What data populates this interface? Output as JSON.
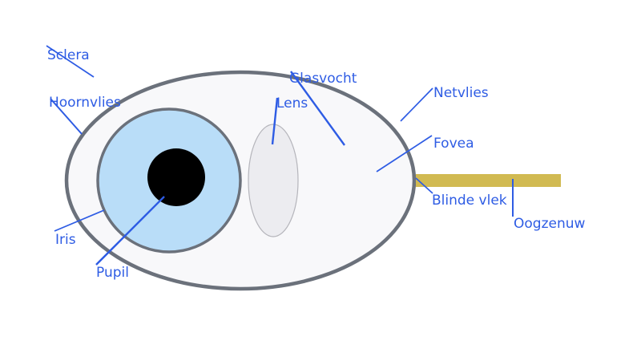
{
  "diagram": {
    "subject": "eye-anatomy-diagram",
    "labels": {
      "sclera": {
        "text": "Sclera"
      },
      "hoornvlies": {
        "text": "Hoornvlies"
      },
      "glasvocht": {
        "text": "Glasvocht"
      },
      "lens": {
        "text": "Lens"
      },
      "netvlies": {
        "text": "Netvlies"
      },
      "fovea": {
        "text": "Fovea"
      },
      "blinde_vlek": {
        "text": "Blinde vlek"
      },
      "oogzenuw": {
        "text": "Oogzenuw"
      },
      "iris": {
        "text": "Iris"
      },
      "pupil": {
        "text": "Pupil"
      }
    }
  },
  "colors": {
    "background": "#ffffff",
    "label_text": "#2e5ce4",
    "leader_line": "#2e5ce4",
    "eye_outline": "#6b717b",
    "eyeball_fill": "#f8f8fa",
    "iris_fill": "#b9ddf8",
    "pupil_fill": "#000000",
    "lens_fill": "#ececf0",
    "lens_stroke": "#b5b5bb",
    "optic_nerve_fill": "#d1ba52"
  }
}
